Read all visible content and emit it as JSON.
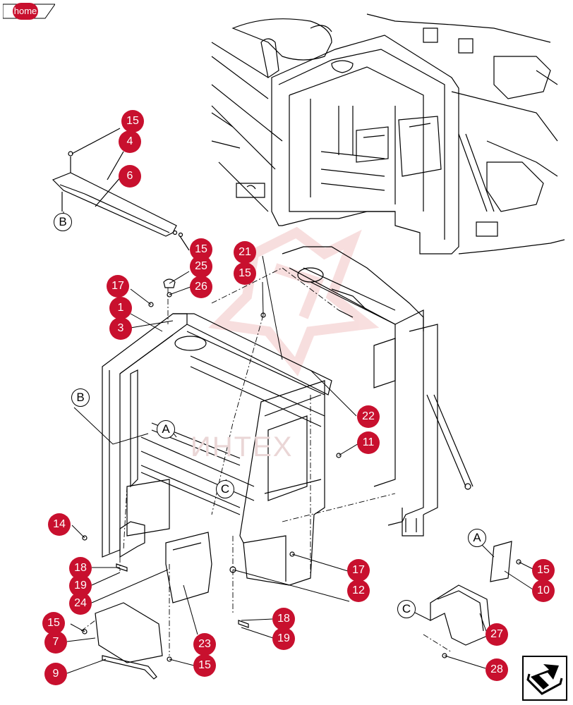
{
  "nav": {
    "home_label": "home",
    "home_icon": "home-tab-icon",
    "next_icon": "next-page-arrow-icon"
  },
  "colors": {
    "callout": "#c8102e",
    "watermark": "#ead6d6",
    "line": "#000000"
  },
  "watermark": {
    "text": "ИНТЕХ"
  },
  "callouts": [
    {
      "id": "c15a",
      "label": "15"
    },
    {
      "id": "c4",
      "label": "4"
    },
    {
      "id": "c6",
      "label": "6"
    },
    {
      "id": "c15b",
      "label": "15"
    },
    {
      "id": "c25",
      "label": "25"
    },
    {
      "id": "c26",
      "label": "26"
    },
    {
      "id": "c21",
      "label": "21"
    },
    {
      "id": "c15c",
      "label": "15"
    },
    {
      "id": "c17a",
      "label": "17"
    },
    {
      "id": "c1",
      "label": "1"
    },
    {
      "id": "c3",
      "label": "3"
    },
    {
      "id": "c22",
      "label": "22"
    },
    {
      "id": "c11",
      "label": "11"
    },
    {
      "id": "c14",
      "label": "14"
    },
    {
      "id": "c18a",
      "label": "18"
    },
    {
      "id": "c19a",
      "label": "19"
    },
    {
      "id": "c24",
      "label": "24"
    },
    {
      "id": "c17b",
      "label": "17"
    },
    {
      "id": "c12",
      "label": "12"
    },
    {
      "id": "c18b",
      "label": "18"
    },
    {
      "id": "c19b",
      "label": "19"
    },
    {
      "id": "c15d",
      "label": "15"
    },
    {
      "id": "c7",
      "label": "7"
    },
    {
      "id": "c9",
      "label": "9"
    },
    {
      "id": "c23",
      "label": "23"
    },
    {
      "id": "c15e",
      "label": "15"
    },
    {
      "id": "c15f",
      "label": "15"
    },
    {
      "id": "c10",
      "label": "10"
    },
    {
      "id": "c27",
      "label": "27"
    },
    {
      "id": "c28",
      "label": "28"
    }
  ],
  "refs": [
    {
      "id": "refB1",
      "label": "B"
    },
    {
      "id": "refB2",
      "label": "B"
    },
    {
      "id": "refA1",
      "label": "A"
    },
    {
      "id": "refC1",
      "label": "C"
    },
    {
      "id": "refA2",
      "label": "A"
    },
    {
      "id": "refC2",
      "label": "C"
    }
  ]
}
